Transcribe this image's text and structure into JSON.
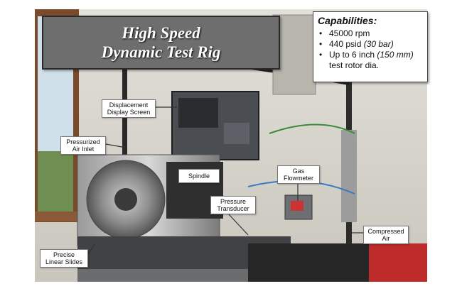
{
  "title": {
    "line1": "High Speed",
    "line2": "Dynamic Test Rig"
  },
  "capabilities": {
    "heading": "Capabilities:",
    "item1": "45000 rpm",
    "item2_main": "440 psid ",
    "item2_italic": "(30 bar)",
    "item3_main": "Up to 6 inch ",
    "item3_italic": "(150 mm)",
    "item3_cont": "test rotor dia."
  },
  "callouts": {
    "displacement": [
      "Displacement",
      "Display Screen"
    ],
    "pressurized": [
      "Pressurized",
      "Air Inlet"
    ],
    "spindle": [
      "Spindle"
    ],
    "gas": [
      "Gas",
      "Flowmeter"
    ],
    "pressure": [
      "Pressure",
      "Transducer"
    ],
    "compressed": [
      "Compressed",
      "Air"
    ],
    "precise": [
      "Precise",
      "Linear Slides"
    ]
  },
  "colors": {
    "title_bg": "#6e6e6e",
    "wall": "#d9d7cf",
    "callout_line": "#333333"
  }
}
